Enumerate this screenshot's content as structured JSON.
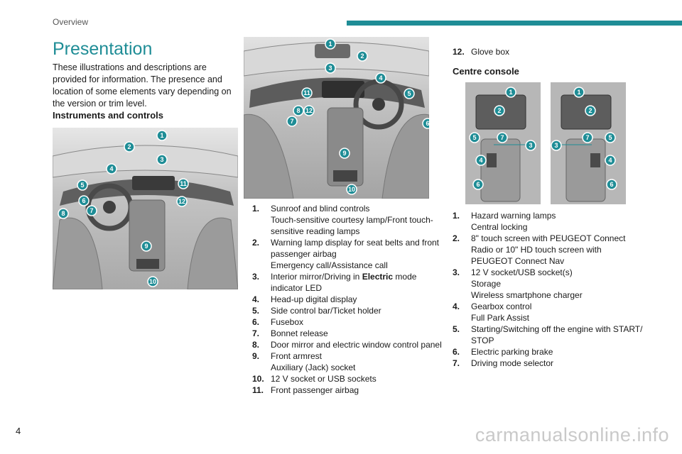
{
  "header": {
    "section": "Overview",
    "accent_color": "#1f8d96"
  },
  "title": "Presentation",
  "intro": "These illustrations and descriptions are provided for information. The presence and location of some elements vary depending on the version or trim level.",
  "instruments_heading": "Instruments and controls",
  "fig1_markers": [
    "1",
    "2",
    "3",
    "4",
    "5",
    "6",
    "7",
    "8",
    "9",
    "10",
    "11",
    "12"
  ],
  "fig2_markers": [
    "1",
    "2",
    "3",
    "4",
    "5",
    "6",
    "7",
    "8",
    "9",
    "10",
    "11",
    "12"
  ],
  "console_markers": [
    "1",
    "2",
    "3",
    "4",
    "5",
    "6",
    "7"
  ],
  "middle_list": [
    {
      "num": "1.",
      "lines": [
        "Sunroof and blind controls",
        "Touch-sensitive courtesy lamp/Front touch-sensitive reading lamps"
      ]
    },
    {
      "num": "2.",
      "lines": [
        "Warning lamp display for seat belts and front passenger airbag",
        "Emergency call/Assistance call"
      ]
    },
    {
      "num": "3.",
      "pre": "Interior mirror/Driving in ",
      "bold": "Electric",
      "post": " mode indicator LED"
    },
    {
      "num": "4.",
      "lines": [
        "Head-up digital display"
      ]
    },
    {
      "num": "5.",
      "lines": [
        "Side control bar/Ticket holder"
      ]
    },
    {
      "num": "6.",
      "lines": [
        "Fusebox"
      ]
    },
    {
      "num": "7.",
      "lines": [
        "Bonnet release"
      ]
    },
    {
      "num": "8.",
      "lines": [
        "Door mirror and electric window control panel"
      ]
    },
    {
      "num": "9.",
      "lines": [
        "Front armrest",
        "Auxiliary (Jack) socket"
      ]
    },
    {
      "num": "10.",
      "lines": [
        "12 V socket or USB sockets"
      ]
    },
    {
      "num": "11.",
      "lines": [
        "Front passenger airbag"
      ]
    }
  ],
  "item12": {
    "num": "12.",
    "text": "Glove box"
  },
  "console_heading": "Centre console",
  "console_list": [
    {
      "num": "1.",
      "lines": [
        "Hazard warning lamps",
        "Central locking"
      ]
    },
    {
      "num": "2.",
      "lines": [
        "8\" touch screen with PEUGEOT Connect Radio or 10\" HD touch screen with PEUGEOT Connect Nav"
      ]
    },
    {
      "num": "3.",
      "lines": [
        "12 V socket/USB socket(s)",
        "Storage",
        "Wireless smartphone charger"
      ]
    },
    {
      "num": "4.",
      "lines": [
        "Gearbox control",
        "Full Park Assist"
      ]
    },
    {
      "num": "5.",
      "lines": [
        "Starting/Switching off the engine with START/ STOP"
      ]
    },
    {
      "num": "6.",
      "lines": [
        "Electric parking brake"
      ]
    },
    {
      "num": "7.",
      "lines": [
        "Driving mode selector"
      ]
    }
  ],
  "page_number": "4",
  "watermark": "carmanualsonline.info"
}
